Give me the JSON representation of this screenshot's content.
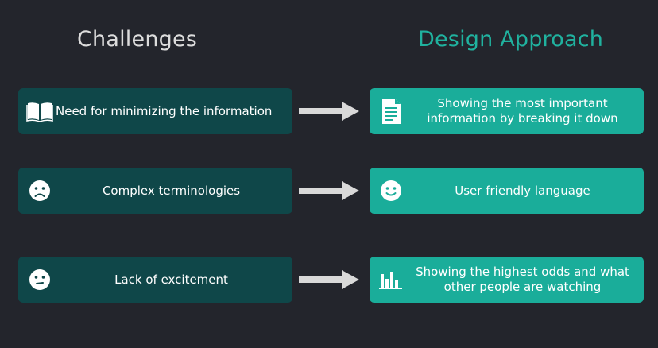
{
  "headings": {
    "challenges": "Challenges",
    "design_approach": "Design Approach"
  },
  "rows": [
    {
      "challenge": {
        "icon": "open-book-icon",
        "text": "Need for minimizing the information"
      },
      "approach": {
        "icon": "document-icon",
        "text": "Showing the most important information by breaking it down"
      }
    },
    {
      "challenge": {
        "icon": "sad-face-icon",
        "text": "Complex terminologies"
      },
      "approach": {
        "icon": "smiley-face-icon",
        "text": "User friendly language"
      }
    },
    {
      "challenge": {
        "icon": "neutral-face-icon",
        "text": "Lack of excitement"
      },
      "approach": {
        "icon": "bar-chart-icon",
        "text": "Showing the highest odds and what other people are watching"
      }
    }
  ],
  "colors": {
    "background": "#23252c",
    "challenge_card": "#0f4749",
    "approach_card": "#1aad9a",
    "accent_heading": "#20b29f",
    "arrow": "#d9d9d9"
  }
}
